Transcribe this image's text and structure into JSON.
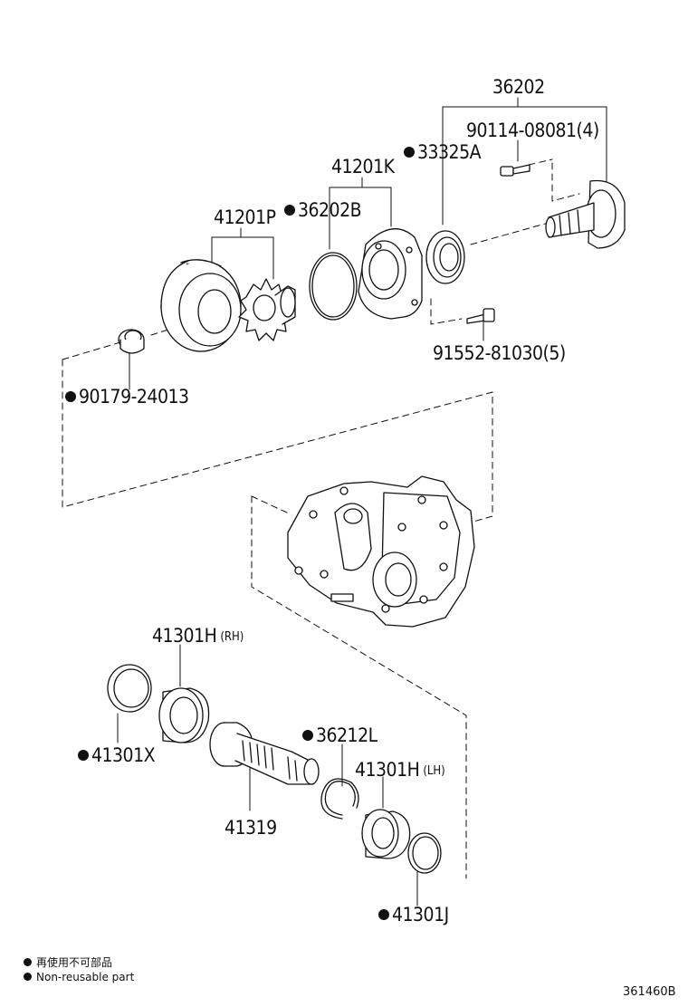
{
  "labels": {
    "p36202": "36202",
    "p90114": "90114-08081(4)",
    "p33325A": "33325A",
    "p41201K": "41201K",
    "p36202B": "36202B",
    "p41201P": "41201P",
    "p91552": "91552-81030(5)",
    "p90179": "90179-24013",
    "p41301H_rh": "41301H",
    "p41301H_rh_sfx": "(RH)",
    "p41301X": "41301X",
    "p36212L": "36212L",
    "p41301H_lh": "41301H",
    "p41301H_lh_sfx": "(LH)",
    "p41319": "41319",
    "p41301J": "41301J"
  },
  "legend": {
    "line1": "再使用不可部品",
    "line2": "Non-reusable part"
  },
  "diagram_ref": "361460B",
  "icons": {
    "non_reusable_marker": "filled-circle"
  }
}
